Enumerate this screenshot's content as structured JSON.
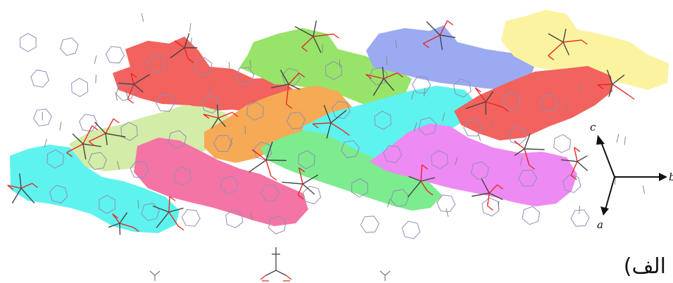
{
  "axes": {
    "c_label": "c",
    "b_label": "b",
    "a_label": "a"
  },
  "panel_label": "الف)",
  "colors": {
    "red": "#f2625e",
    "green": "#98e46a",
    "blue": "#9caaf2",
    "yellow": "#fbf3a0",
    "lightgreen": "#d3eca7",
    "orange": "#f6aa55",
    "cyan": "#5ef3ee",
    "pink": "#f474a6",
    "mint": "#7cec8f",
    "magenta": "#ee8af3",
    "bond": "#444444",
    "oxygen": "#e8271e",
    "ring": "#8f8fb8"
  },
  "layers": [
    {
      "name": "red-molecule-top-left",
      "color": "red"
    },
    {
      "name": "green-molecule-top",
      "color": "green"
    },
    {
      "name": "blue-molecule-top",
      "color": "blue"
    },
    {
      "name": "yellow-molecule-top-right",
      "color": "yellow"
    },
    {
      "name": "lightgreen-molecule-middle-left",
      "color": "lightgreen"
    },
    {
      "name": "orange-molecule-center",
      "color": "orange"
    },
    {
      "name": "cyan-molecule-center",
      "color": "cyan"
    },
    {
      "name": "red-molecule-right",
      "color": "red"
    },
    {
      "name": "cyan-molecule-left",
      "color": "cyan"
    },
    {
      "name": "pink-molecule-lower",
      "color": "pink"
    },
    {
      "name": "mint-molecule-lower",
      "color": "mint"
    },
    {
      "name": "magenta-molecule-lower-right",
      "color": "magenta"
    }
  ]
}
